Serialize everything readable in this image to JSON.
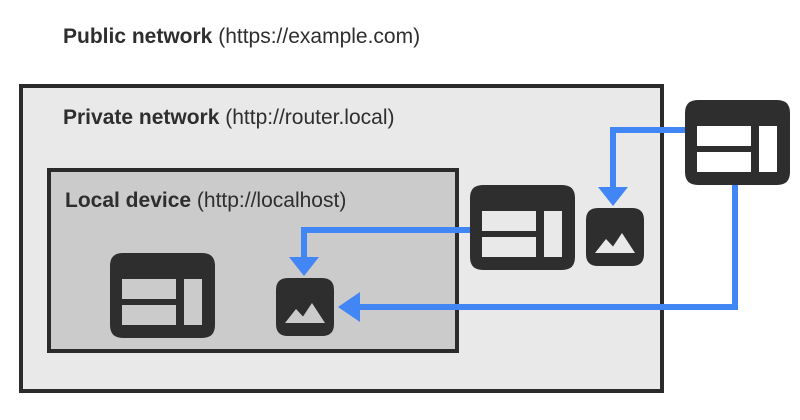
{
  "public_network": {
    "name": "Public network",
    "origin": "(https://example.com)"
  },
  "private_network": {
    "name": "Private network",
    "origin": "(http://router.local)"
  },
  "local_device": {
    "name": "Local device",
    "origin": "(http://localhost)"
  },
  "nodes": {
    "public_browser": "browser window on public network",
    "private_browser": "browser window on private network",
    "local_browser": "browser window on local device",
    "private_image": "image resource on private network",
    "local_image": "image resource on local device"
  },
  "arrows": [
    {
      "from": "private-network-browser",
      "to": "local-device-image"
    },
    {
      "from": "public-network-browser",
      "to": "private-network-image"
    },
    {
      "from": "public-network-browser",
      "to": "local-device-image"
    }
  ],
  "colors": {
    "arrow_blue": "#4285f4",
    "icon_dark": "#2e2e2e",
    "private_network_bg": "#e9e9e9",
    "local_device_bg": "#cbcbcb",
    "border_dark": "#2b2b2b",
    "text": "#2e2e2e"
  }
}
